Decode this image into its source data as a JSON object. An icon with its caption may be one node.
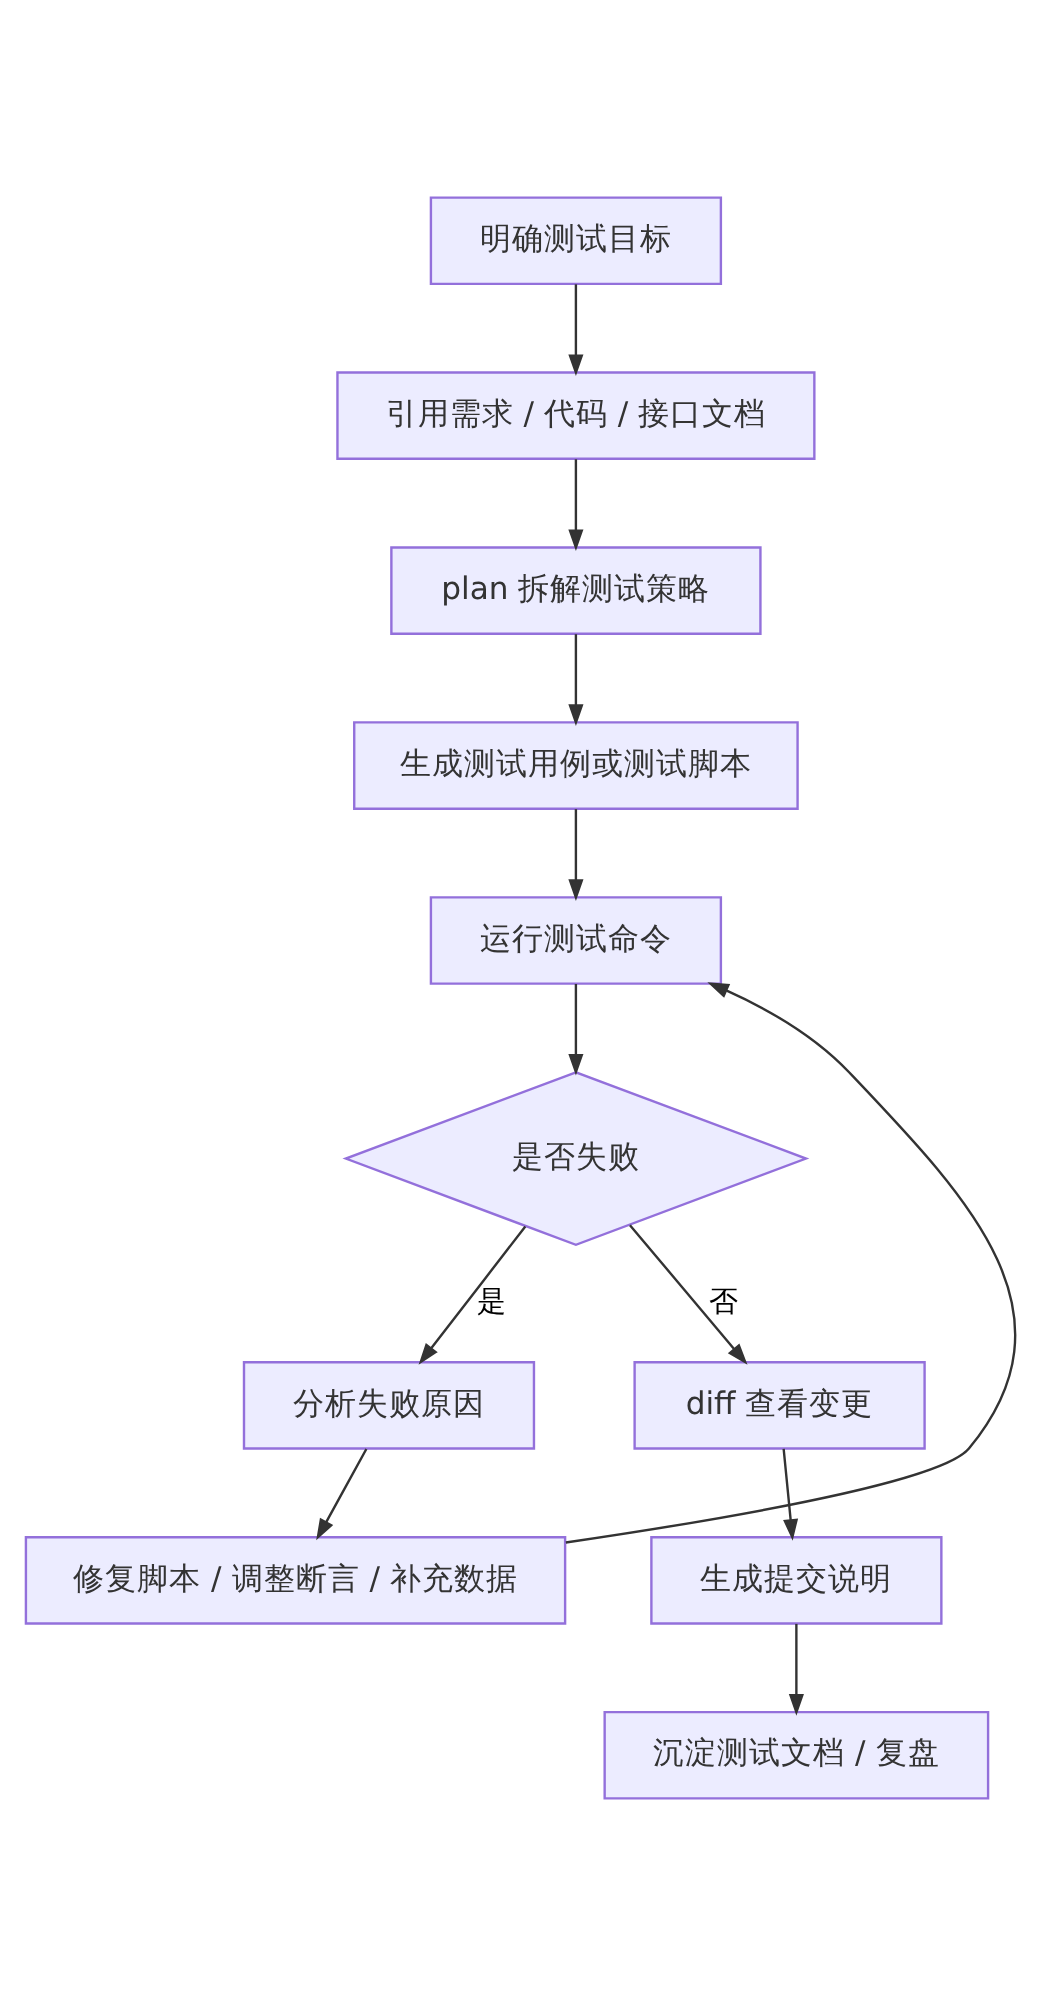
{
  "diagram": {
    "nodes": [
      {
        "text": [
          "明确测试目标"
        ]
      },
      {
        "text": [
          "引用需求 / 代码 / 接口文档"
        ]
      },
      {
        "text": [
          "plan 拆解测试策略"
        ]
      },
      {
        "text": [
          "生成测试用例或测试脚本"
        ]
      },
      {
        "text": [
          "运行测试命令"
        ]
      },
      {
        "text": [
          "是否失败"
        ]
      },
      {
        "text": [
          "分析失败原因"
        ]
      },
      {
        "text": [
          "diff 查看变更"
        ]
      },
      {
        "text": [
          "修复脚本 / 调整断言 / 补充数据"
        ]
      },
      {
        "text": [
          "生成提交说明"
        ]
      },
      {
        "text": [
          "沉淀测试文档 / 复盘"
        ]
      }
    ],
    "edges": [
      {
        "from": 0,
        "to": 1,
        "arrow": "to"
      },
      {
        "from": 1,
        "to": 2,
        "arrow": "to"
      },
      {
        "from": 2,
        "to": 3,
        "arrow": "to"
      },
      {
        "from": 3,
        "to": 4,
        "arrow": "to"
      },
      {
        "from": 4,
        "to": 5,
        "arrow": "to"
      },
      {
        "from": 5,
        "to": 6,
        "arrow": "to",
        "label": "是"
      },
      {
        "from": 5,
        "to": 7,
        "arrow": "to",
        "label": "否"
      },
      {
        "from": 6,
        "to": 8,
        "arrow": "to"
      },
      {
        "from": 8,
        "to": 4,
        "arrow": "to"
      },
      {
        "from": 7,
        "to": 9,
        "arrow": "to"
      },
      {
        "from": 9,
        "to": 10,
        "arrow": "to"
      }
    ]
  }
}
